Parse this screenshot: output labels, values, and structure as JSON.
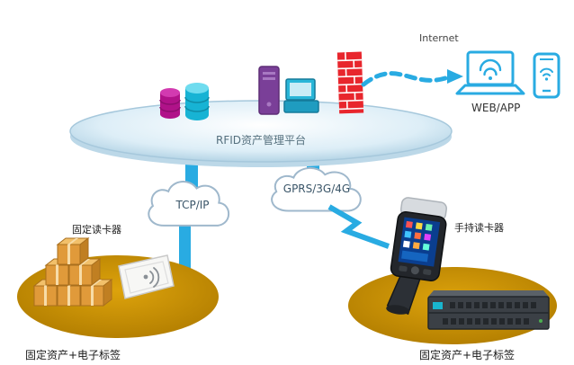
{
  "labels": {
    "internet": "Internet",
    "webapp": "WEB/APP",
    "platform": "RFID资产管理平台",
    "left_cloud": "TCP/IP",
    "right_cloud": "GPRS/3G/4G",
    "fixed_reader": "固定读卡器",
    "handheld_reader": "手持读卡器",
    "left_caption": "固定资产+电子标签",
    "right_caption": "固定资产+电子标签"
  },
  "icons": {
    "database_magenta": "database-icon",
    "database_cyan": "database-icon",
    "server_tower": "server-tower-icon",
    "workstation": "workstation-icon",
    "firewall": "firewall-icon",
    "laptop": "laptop-icon",
    "smartphone": "smartphone-icon",
    "wifi": "wifi-icon",
    "cloud_left": "cloud-shape",
    "cloud_right": "cloud-shape",
    "lightning": "lightning-connector",
    "dashed_arrow": "internet-dashed-arrow",
    "boxes": "cardboard-boxes",
    "fixed_reader_panel": "rfid-panel-reader",
    "handheld_device": "handheld-rfid-reader",
    "rack_server": "rack-server"
  },
  "colors": {
    "accent_blue": "#29abe2",
    "platform_fill": "#d9eaf4",
    "zone_gold": "#c8900a",
    "firewall_red": "#e8262d",
    "db_magenta": "#b01289",
    "db_cyan": "#17b3d4",
    "server_purple": "#7a3f98"
  }
}
